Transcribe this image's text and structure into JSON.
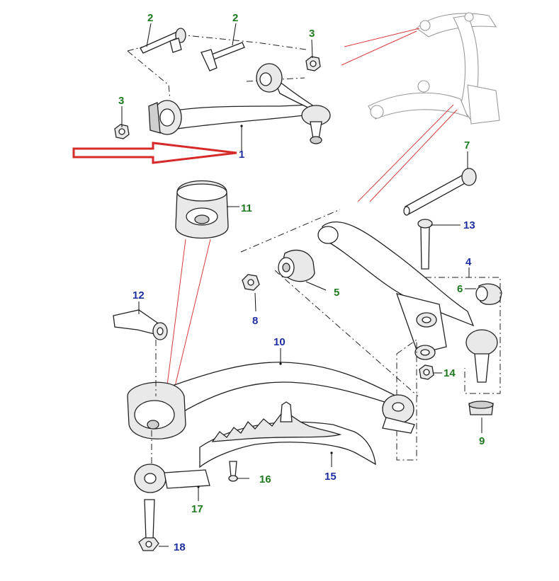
{
  "diagram": {
    "callouts": [
      {
        "id": "c1",
        "label": "1",
        "color": "blue"
      },
      {
        "id": "c2a",
        "label": "2",
        "color": "green"
      },
      {
        "id": "c2b",
        "label": "2",
        "color": "green"
      },
      {
        "id": "c3a",
        "label": "3",
        "color": "green"
      },
      {
        "id": "c3b",
        "label": "3",
        "color": "green"
      },
      {
        "id": "c4",
        "label": "4",
        "color": "blue"
      },
      {
        "id": "c5",
        "label": "5",
        "color": "green"
      },
      {
        "id": "c6",
        "label": "6",
        "color": "green"
      },
      {
        "id": "c7",
        "label": "7",
        "color": "green"
      },
      {
        "id": "c8",
        "label": "8",
        "color": "blue"
      },
      {
        "id": "c9",
        "label": "9",
        "color": "green"
      },
      {
        "id": "c10",
        "label": "10",
        "color": "blue"
      },
      {
        "id": "c11",
        "label": "11",
        "color": "green"
      },
      {
        "id": "c12",
        "label": "12",
        "color": "blue"
      },
      {
        "id": "c13",
        "label": "13",
        "color": "blue"
      },
      {
        "id": "c14",
        "label": "14",
        "color": "green"
      },
      {
        "id": "c15",
        "label": "15",
        "color": "blue"
      },
      {
        "id": "c16",
        "label": "16",
        "color": "green"
      },
      {
        "id": "c17",
        "label": "17",
        "color": "green"
      },
      {
        "id": "c18",
        "label": "18",
        "color": "blue"
      }
    ],
    "colors": {
      "green": "#1f7a1f",
      "blue": "#1e2ea0",
      "highlight_arrow": "#d62b2b",
      "reference_lines": "#d83a3a"
    }
  }
}
